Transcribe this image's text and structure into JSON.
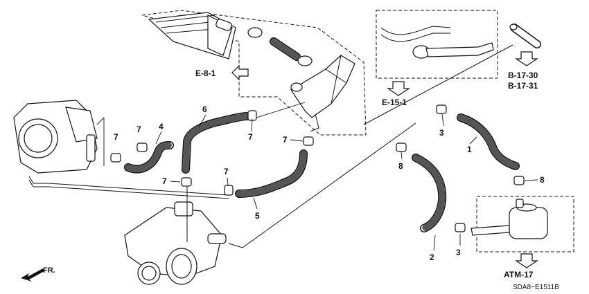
{
  "callouts": {
    "c1": "1",
    "c2": "2",
    "c3a": "3",
    "c3b": "3",
    "c4": "4",
    "c5": "5",
    "c6": "6",
    "c7a": "7",
    "c7b": "7",
    "c7c": "7",
    "c7d": "7",
    "c7e": "7",
    "c7f": "7",
    "c8a": "8",
    "c8b": "8"
  },
  "references": {
    "e81": "E-8-1",
    "e151": "E-15-1",
    "b1730": "B-17-30",
    "b1731": "B-17-31",
    "atm17": "ATM-17"
  },
  "direction": "FR.",
  "diagram_code": "SDA8−E1511B"
}
